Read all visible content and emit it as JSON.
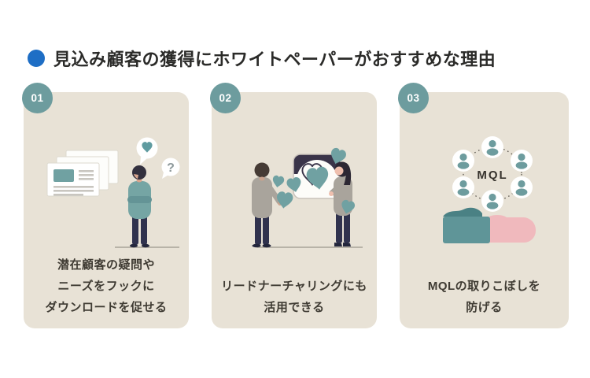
{
  "header": {
    "title": "見込み顧客の獲得にホワイトペーパーがおすすめな理由"
  },
  "cards": [
    {
      "number": "01",
      "illustration": "person-with-documents-heart-and-question-bubbles",
      "question_mark": "?",
      "caption_lines": [
        "潜在顧客の疑問や",
        "ニーズをフックに",
        "ダウンロードを促せる"
      ]
    },
    {
      "number": "02",
      "illustration": "two-people-sharing-hearts-around-frame",
      "caption_lines": [
        "リードナーチャリングにも",
        "活用できる"
      ]
    },
    {
      "number": "03",
      "illustration": "hand-holding-network-of-leads",
      "center_label": "MQL",
      "caption_lines": [
        "MQLの取りこぼしを",
        "防げる"
      ]
    }
  ],
  "colors": {
    "accent_blue": "#1e6ec5",
    "badge_teal": "#6d9c9e",
    "card_background": "#e8e2d6",
    "illustration_teal": "#70a1a2",
    "navy": "#30324e",
    "gray_sweater": "#a9a49c",
    "hand_pink": "#f0b9bd",
    "sleeve_teal": "#5f9598",
    "caption_text": "#3f3b33",
    "title_text": "#2b2b29"
  }
}
